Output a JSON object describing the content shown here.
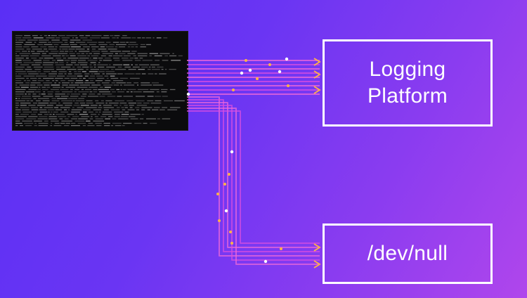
{
  "diagram": {
    "nodes": {
      "logging_platform": {
        "label": "Logging\nPlatform"
      },
      "dev_null": {
        "label": "/dev/null"
      }
    },
    "source": {
      "icon": "terminal-log-output"
    },
    "colors": {
      "background_start": "#5a2ff5",
      "background_end": "#b046ec",
      "stream_line": "#f06ad8",
      "stream_line_alt": "#d84fe0",
      "box_border": "#ffffff",
      "particle_orange": "#ffb347",
      "particle_white": "#ffffff",
      "terminal_bg": "#0b0b0d"
    }
  }
}
